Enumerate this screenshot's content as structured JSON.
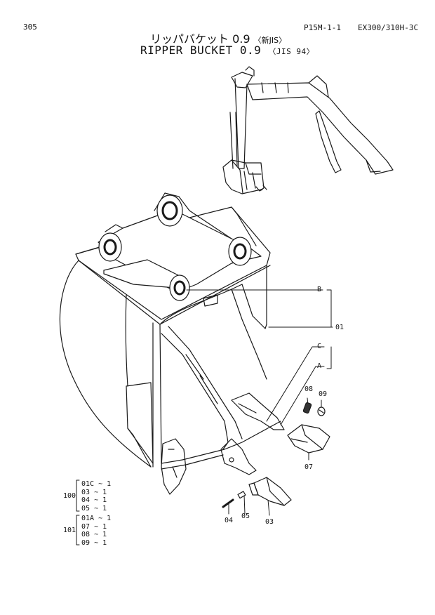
{
  "header": {
    "page_number": "305",
    "page_code": "P15M-1-1",
    "model": "EX300/310H-3C",
    "title_jp": "リッパバケット 0.9",
    "title_jp_std": "〈新JIS〉",
    "title_en": "RIPPER BUCKET 0.9",
    "title_en_std": "〈JIS 94〉"
  },
  "callouts": {
    "B": "B",
    "C": "C",
    "A": "A",
    "c01": "01",
    "c08": "08",
    "c09": "09",
    "c07": "07",
    "c04": "04",
    "c05": "05",
    "c03": "03"
  },
  "kits": [
    {
      "code": "100",
      "items": [
        {
          "part": "01C",
          "qty": "~ 1"
        },
        {
          "part": "03",
          "qty": "~ 1"
        },
        {
          "part": "04",
          "qty": "~ 1"
        },
        {
          "part": "05",
          "qty": "~ 1"
        }
      ]
    },
    {
      "code": "101",
      "items": [
        {
          "part": "01A",
          "qty": "~ 1"
        },
        {
          "part": "07",
          "qty": "~ 1"
        },
        {
          "part": "08",
          "qty": "~ 1"
        },
        {
          "part": "09",
          "qty": "~ 1"
        }
      ]
    }
  ]
}
